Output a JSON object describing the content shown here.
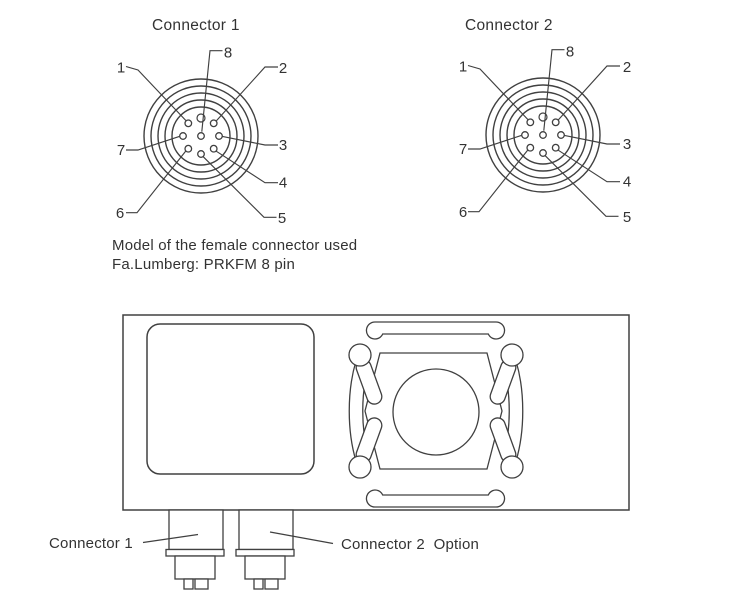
{
  "colors": {
    "background": "#ffffff",
    "line": "#404040",
    "text": "#333333"
  },
  "connector1": {
    "title": "Connector 1",
    "pins": [
      "1",
      "2",
      "3",
      "4",
      "5",
      "6",
      "7",
      "8"
    ]
  },
  "connector2": {
    "title": "Connector 2",
    "pins": [
      "1",
      "2",
      "3",
      "4",
      "5",
      "6",
      "7",
      "8"
    ]
  },
  "note": {
    "line1": "Model of the female connector used",
    "line2": "Fa.Lumberg: PRKFM 8 pin"
  },
  "device": {
    "connector1_label": "Connector 1",
    "connector2_label": "Connector 2  Option"
  }
}
